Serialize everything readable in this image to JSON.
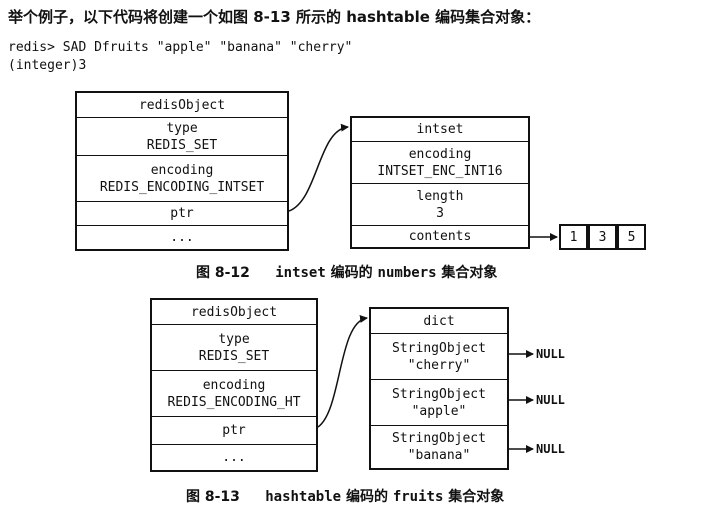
{
  "intro": "举个例子，以下代码将创建一个如图 8-13 所示的 hashtable 编码集合对象：",
  "code": {
    "command": "redis> SAD Dfruits \"apple\" \"banana\" \"cherry\"",
    "result": "(integer)3"
  },
  "fig12": {
    "redis_object": {
      "title": "redisObject",
      "type_label": "type",
      "type_value": "REDIS_SET",
      "encoding_label": "encoding",
      "encoding_value": "REDIS_ENCODING_INTSET",
      "ptr": "ptr",
      "more": "..."
    },
    "intset": {
      "title": "intset",
      "encoding_label": "encoding",
      "encoding_value": "INTSET_ENC_INT16",
      "length_label": "length",
      "length_value": "3",
      "contents": "contents"
    },
    "contents_values": [
      "1",
      "3",
      "5"
    ],
    "caption_num": "图 8-12",
    "caption_a": "intset",
    "caption_b": " 编码的 ",
    "caption_c": "numbers",
    "caption_d": " 集合对象"
  },
  "fig13": {
    "redis_object": {
      "title": "redisObject",
      "type_label": "type",
      "type_value": "REDIS_SET",
      "encoding_label": "encoding",
      "encoding_value": "REDIS_ENCODING_HT",
      "ptr": "ptr",
      "more": "..."
    },
    "dict": {
      "title": "dict",
      "entries": [
        {
          "label": "StringObject",
          "value": "\"cherry\"",
          "null": "NULL"
        },
        {
          "label": "StringObject",
          "value": "\"apple\"",
          "null": "NULL"
        },
        {
          "label": "StringObject",
          "value": "\"banana\"",
          "null": "NULL"
        }
      ]
    },
    "caption_num": "图 8-13",
    "caption_a": "hashtable",
    "caption_b": " 编码的 ",
    "caption_c": "fruits",
    "caption_d": " 集合对象"
  }
}
